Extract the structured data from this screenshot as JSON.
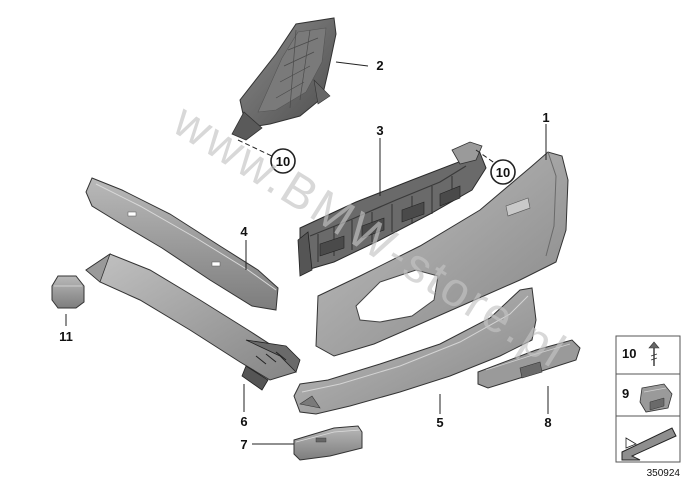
{
  "watermark": "www.BMW-store.pl",
  "diagram_id": "350924",
  "colors": {
    "part_light": "#a9a9a9",
    "part_mid": "#8e8e8e",
    "part_dark": "#5c5c5c",
    "line": "#222222",
    "watermark": "#c4c4c4"
  },
  "callouts": {
    "c1": "1",
    "c2": "2",
    "c3": "3",
    "c4": "4",
    "c5": "5",
    "c6": "6",
    "c7": "7",
    "c8": "8",
    "c11": "11",
    "c10a": "10",
    "c10b": "10"
  },
  "legend": {
    "row1": "10",
    "row2": "9"
  }
}
